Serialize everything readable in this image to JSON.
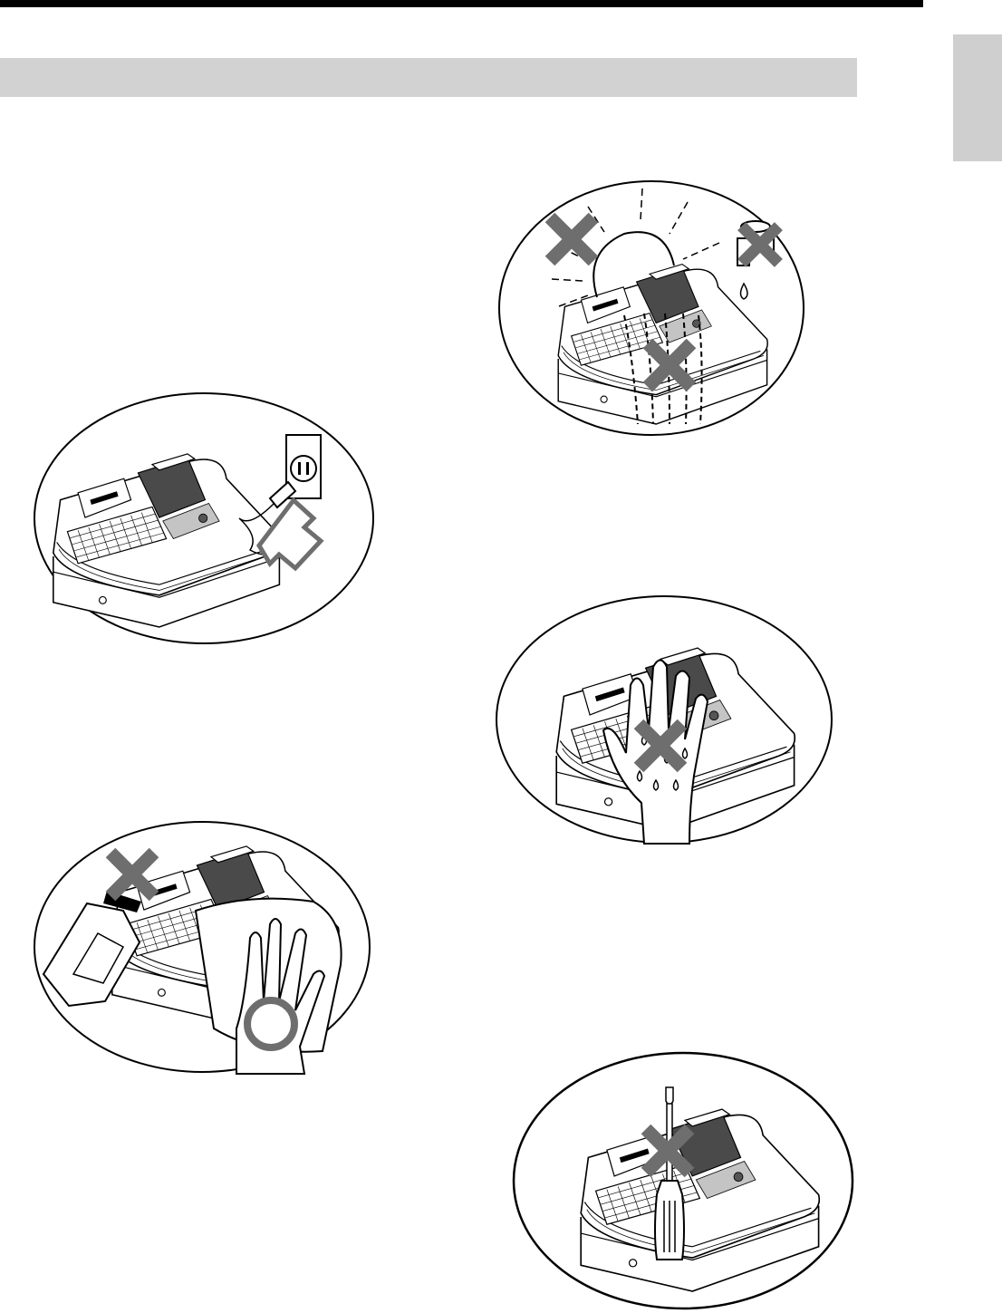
{
  "page": {
    "section_title": "",
    "tab_label": ""
  },
  "illustrations": [
    {
      "id": "plug-in",
      "icon": "power-plug-icon",
      "meaning": "ok"
    },
    {
      "id": "no-sun-water-dust",
      "icon": "sun-faucet-icon",
      "meaning": "prohibited"
    },
    {
      "id": "no-wet-hands",
      "icon": "wet-hand-icon",
      "meaning": "prohibited"
    },
    {
      "id": "no-solvent-use-cloth",
      "icon": "bottle-cloth-icon",
      "meaning": "mixed"
    },
    {
      "id": "no-disassembly",
      "icon": "screwdriver-icon",
      "meaning": "prohibited"
    }
  ],
  "colors": {
    "mark": "#6e6e6e",
    "ink": "#000000",
    "printer_cover": "#4a4a4a",
    "panel": "#c4c4c4",
    "banner": "#d2d2d2"
  }
}
